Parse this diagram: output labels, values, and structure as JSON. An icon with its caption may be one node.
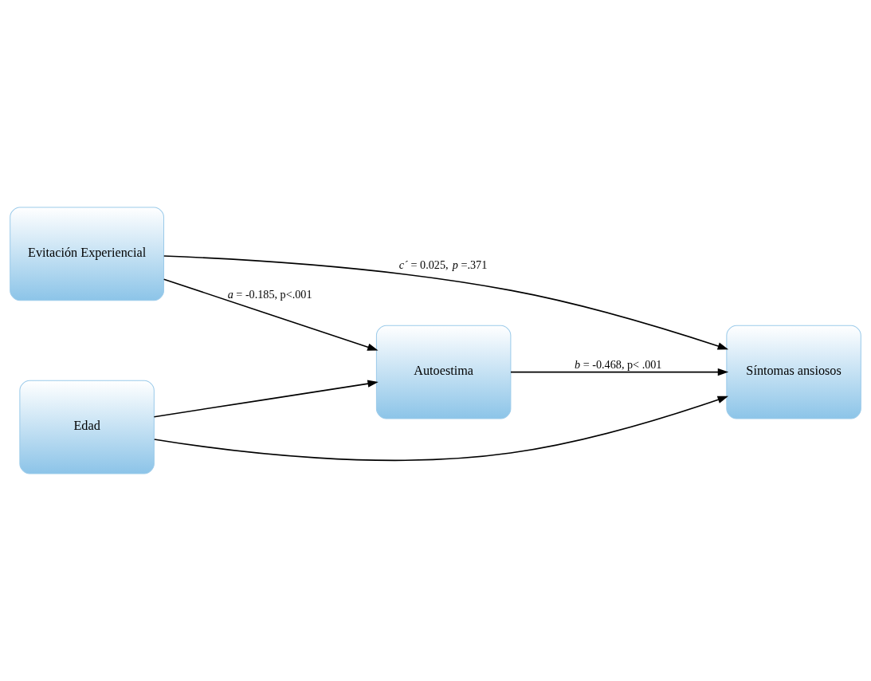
{
  "diagram": {
    "nodes": [
      {
        "text": [
          "Autoestima"
        ]
      },
      {
        "text": [
          "Evitación Experiencial"
        ]
      },
      {
        "text": [
          "Síntomas ansiosos"
        ]
      },
      {
        "text": [
          "Edad"
        ]
      }
    ],
    "edges": [
      {
        "from": 1,
        "to": 0,
        "arrow": "to",
        "label": "*a* = -0.185, p<.001"
      },
      {
        "from": 0,
        "to": 2,
        "arrow": "to",
        "label": "*b* = -0.468, p< .001"
      },
      {
        "from": 1,
        "to": 2,
        "arrow": "to",
        "label": "*c´* = 0.025, *p* =.371"
      },
      {
        "from": 3,
        "to": 0,
        "arrow": "to"
      },
      {
        "from": 3,
        "to": 2,
        "arrow": "to"
      }
    ]
  }
}
